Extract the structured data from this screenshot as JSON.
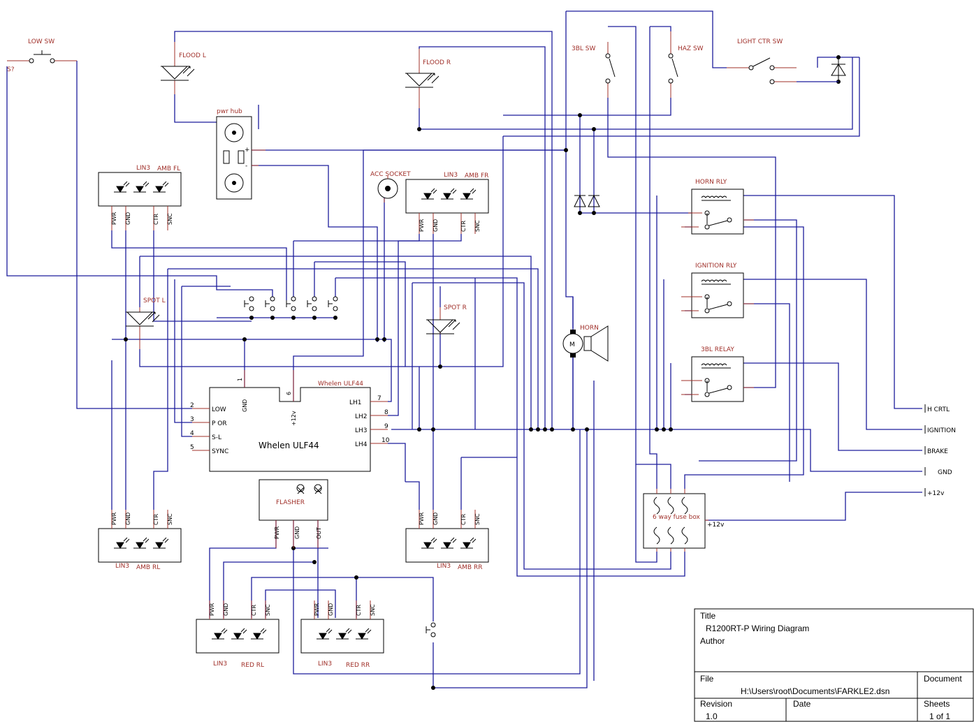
{
  "diagram": {
    "switches": {
      "low_sw": "LOW SW",
      "low_sw_ref": "S?",
      "bl3_sw": "3BL SW",
      "haz_sw": "HAZ SW",
      "light_ctr_sw": "LIGHT CTR SW"
    },
    "lights": {
      "flood_l": "FLOOD L",
      "flood_r": "FLOOD R",
      "spot_l": "SPOT L",
      "spot_r": "SPOT R"
    },
    "pwr_hub": {
      "label": "pwr hub",
      "plus": "+",
      "minus": "-"
    },
    "acc_socket": "ACC SOCKET",
    "light_bars": {
      "pins": [
        "PWR",
        "GND",
        "CTR",
        "SNC"
      ],
      "amb_fl": {
        "model": "LIN3",
        "name": "AMB FL"
      },
      "amb_fr": {
        "model": "LIN3",
        "name": "AMB FR"
      },
      "amb_rl": {
        "model": "LIN3",
        "name": "AMB RL"
      },
      "amb_rr": {
        "model": "LIN3",
        "name": "AMB RR"
      },
      "red_rl": {
        "model": "LIN3",
        "name": "RED RL"
      },
      "red_rr": {
        "model": "LIN3",
        "name": "RED RR"
      }
    },
    "relays": {
      "horn": "HORN RLY",
      "ignition": "IGNITION RLY",
      "bl3": "3BL RELAY"
    },
    "horn": {
      "label": "HORN",
      "motor": "M"
    },
    "controller": {
      "title": "Whelen ULF44",
      "ref": "Whelen ULF44",
      "left_pins": [
        {
          "num": "2",
          "name": "LOW"
        },
        {
          "num": "3",
          "name": "P OR"
        },
        {
          "num": "4",
          "name": "S-L"
        },
        {
          "num": "5",
          "name": "SYNC"
        }
      ],
      "top_pins": [
        {
          "num": "1",
          "name": "GND"
        },
        {
          "num": "6",
          "name": "+12v"
        }
      ],
      "right_pins": [
        {
          "num": "7",
          "name": "LH1"
        },
        {
          "num": "8",
          "name": "LH2"
        },
        {
          "num": "9",
          "name": "LH3"
        },
        {
          "num": "10",
          "name": "LH4"
        }
      ]
    },
    "flasher": {
      "label": "FLASHER",
      "pins": [
        "PWR",
        "GND",
        "OUT"
      ]
    },
    "fuse_box": {
      "label": "6 way fuse box",
      "input": "+12v"
    },
    "connectors": [
      "H CRTL",
      "IGNITION",
      "BRAKE",
      "GND",
      "+12v"
    ]
  },
  "title_block": {
    "title_label": "Title",
    "title_value": "R1200RT-P Wiring Diagram",
    "author_label": "Author",
    "author_value": "",
    "file_label": "File",
    "file_value": "H:\\Users\\root\\Documents\\FARKLE2.dsn",
    "document_label": "Document",
    "document_value": "",
    "revision_label": "Revision",
    "revision_value": "1.0",
    "date_label": "Date",
    "date_value": "",
    "sheets_label": "Sheets",
    "sheets_value": "1 of 1"
  }
}
